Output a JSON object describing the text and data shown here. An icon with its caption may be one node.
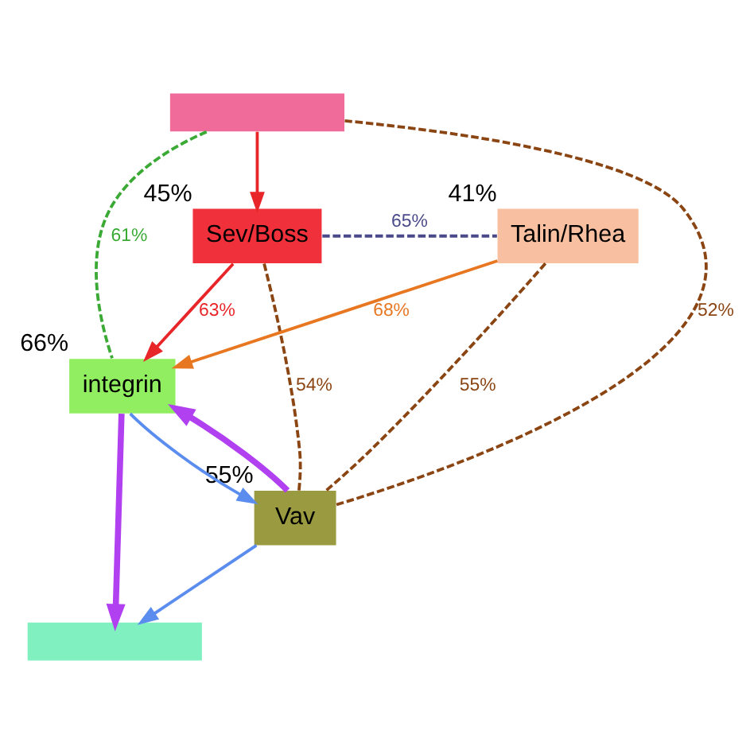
{
  "diagram": {
    "nodes": [
      {
        "text": [],
        "shape": "box"
      },
      {
        "text": [
          "Sev/Boss"
        ],
        "beside": [
          "45%"
        ]
      },
      {
        "text": [
          "Talin/Rhea"
        ],
        "beside": [
          "41%"
        ]
      },
      {
        "text": [
          "integrin"
        ],
        "beside": [
          "66%"
        ]
      },
      {
        "text": [
          "Vav"
        ],
        "beside": [
          "55%"
        ]
      },
      {
        "text": [],
        "shape": "box"
      }
    ],
    "edges": [
      {
        "from": 0,
        "to": 1,
        "arrow": "to",
        "color": "#e8262a"
      },
      {
        "from": 0,
        "to": 3,
        "arrow": "none",
        "label": "61%",
        "style": "dashed",
        "color": "#3aaa35"
      },
      {
        "from": 1,
        "to": 2,
        "arrow": "none",
        "label": "65%",
        "style": "dashed",
        "color": "#4a4a8a"
      },
      {
        "from": 1,
        "to": 3,
        "arrow": "to",
        "label": "63%",
        "color": "#e8262a"
      },
      {
        "from": 2,
        "to": 3,
        "arrow": "to",
        "label": "68%",
        "color": "#e87722"
      },
      {
        "from": 0,
        "to": 4,
        "arrow": "none",
        "label": "52%",
        "style": "dashed",
        "color": "#8b4513"
      },
      {
        "from": 1,
        "to": 4,
        "arrow": "none",
        "label": "54%",
        "style": "dashed",
        "color": "#8b4513"
      },
      {
        "from": 2,
        "to": 4,
        "arrow": "none",
        "label": "55%",
        "style": "dashed",
        "color": "#8b4513"
      },
      {
        "from": 3,
        "to": 5,
        "arrow": "to",
        "style": "thick",
        "color": "#b040f0"
      },
      {
        "from": 4,
        "to": 3,
        "arrow": "to",
        "style": "thick",
        "color": "#b040f0"
      },
      {
        "from": 3,
        "to": 4,
        "arrow": "to",
        "color": "#5b8def"
      },
      {
        "from": 4,
        "to": 5,
        "arrow": "to",
        "color": "#5b8def"
      }
    ]
  }
}
